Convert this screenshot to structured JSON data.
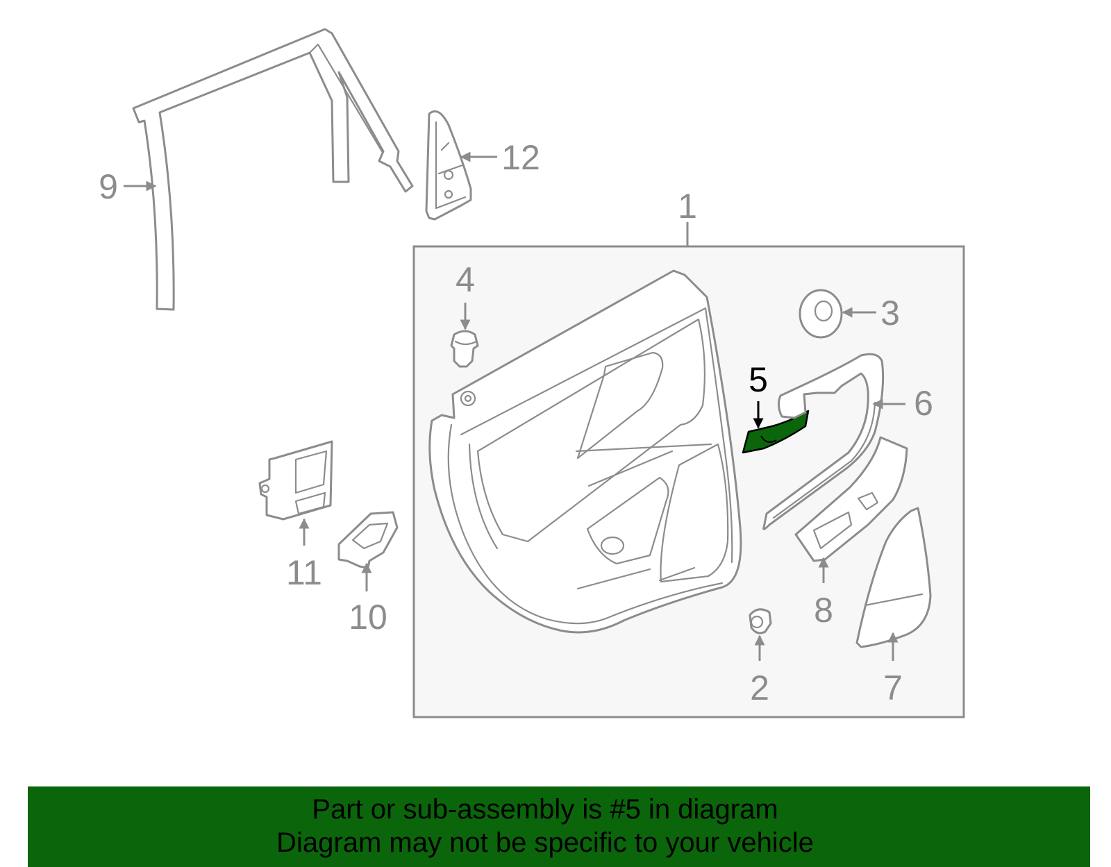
{
  "diagram": {
    "callouts": [
      "1",
      "2",
      "3",
      "4",
      "5",
      "6",
      "7",
      "8",
      "9",
      "10",
      "11",
      "12"
    ],
    "highlighted_callout": "5",
    "colors": {
      "line": "#8c8c8c",
      "box_fill": "#f7f7f7",
      "highlight_fill": "#0b650b",
      "banner_fill": "#0b650b",
      "text_dark": "#000000"
    }
  },
  "banner": {
    "line1": "Part or sub-assembly is #5 in diagram",
    "line2": "Diagram may not be specific to your vehicle"
  }
}
